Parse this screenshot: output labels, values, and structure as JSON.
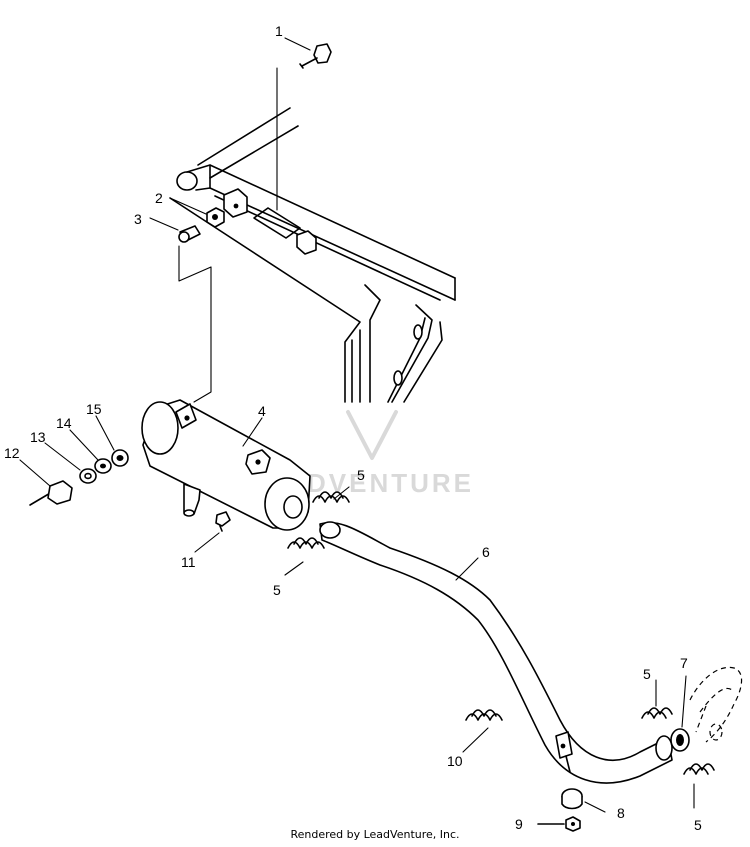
{
  "watermark": "LEADVENTURE",
  "footer": "Rendered by LeadVenture, Inc.",
  "callouts": {
    "c1": "1",
    "c2": "2",
    "c3": "3",
    "c4": "4",
    "c5a": "5",
    "c5b": "5",
    "c5c": "5",
    "c5d": "5",
    "c6": "6",
    "c7": "7",
    "c8": "8",
    "c9": "9",
    "c10": "10",
    "c11": "11",
    "c12": "12",
    "c13": "13",
    "c14": "14",
    "c15": "15"
  }
}
